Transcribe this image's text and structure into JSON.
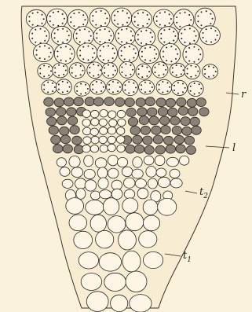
{
  "figure": {
    "background": "#fbf2dc",
    "ink": "#2a2520",
    "regions": [
      {
        "key": "r",
        "text": "r"
      },
      {
        "key": "l",
        "text": "l"
      },
      {
        "key": "t2",
        "text": "t",
        "subscript": "2"
      },
      {
        "key": "t1",
        "text": "t",
        "subscript": "1"
      }
    ]
  }
}
